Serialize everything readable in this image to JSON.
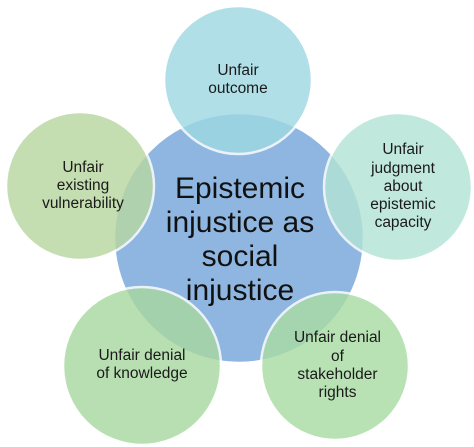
{
  "center": {
    "lines": [
      "Epistemic",
      "injustice as",
      "social",
      "injustice"
    ],
    "color": "#8eb6e0"
  },
  "nodes": [
    {
      "id": "unfair-outcome",
      "lines": [
        "Unfair",
        "outcome"
      ],
      "color": "#9fd9e3"
    },
    {
      "id": "unfair-judgment",
      "lines": [
        "Unfair",
        "judgment",
        "about",
        "epistemic",
        "capacity"
      ],
      "color": "#b3e4d6"
    },
    {
      "id": "unfair-denial-stakeholder",
      "lines": [
        "Unfair denial",
        "of",
        "stakeholder",
        "rights"
      ],
      "color": "#a9dca4"
    },
    {
      "id": "unfair-denial-knowledge",
      "lines": [
        "Unfair denial",
        "of knowledge"
      ],
      "color": "#a8d8a0"
    },
    {
      "id": "unfair-vulnerability",
      "lines": [
        "Unfair",
        "existing",
        "vulnerability"
      ],
      "color": "#b8d7a2"
    }
  ],
  "border_color": "#ffffff"
}
